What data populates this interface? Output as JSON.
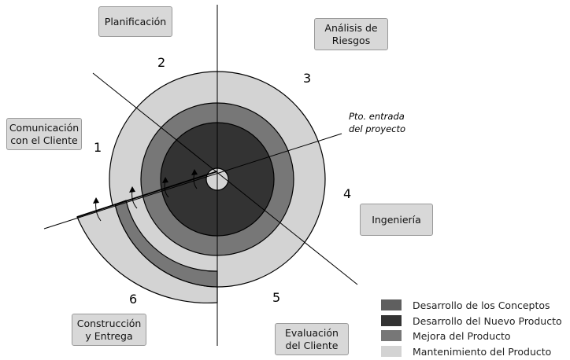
{
  "regions": [
    {
      "id": "planificacion",
      "label": "Planificación"
    },
    {
      "id": "analisis",
      "label": "Análisis de\nRiesgos"
    },
    {
      "id": "comunicacion",
      "label": "Comunicación\ncon el Cliente"
    },
    {
      "id": "ingenieria",
      "label": "Ingeniería"
    },
    {
      "id": "construccion",
      "label": "Construcción\ny Entrega"
    },
    {
      "id": "evaluacion",
      "label": "Evaluación\ndel Cliente"
    }
  ],
  "sector_numbers": [
    "1",
    "2",
    "3",
    "4",
    "5",
    "6"
  ],
  "entry_point": "Pto. entrada\ndel proyecto",
  "legend": [
    {
      "label": "Desarrollo de los Conceptos",
      "color": "#5f5f5f"
    },
    {
      "label": "Desarrollo del Nuevo Producto",
      "color": "#333333"
    },
    {
      "label": "Mejora del Producto",
      "color": "#777777"
    },
    {
      "label": "Mantenimiento del Producto",
      "color": "#d3d3d3"
    }
  ],
  "colors": {
    "outer_ring": "#d3d3d3",
    "ring_3": "#777777",
    "ring_2": "#333333",
    "center": "#d3d3d3"
  }
}
